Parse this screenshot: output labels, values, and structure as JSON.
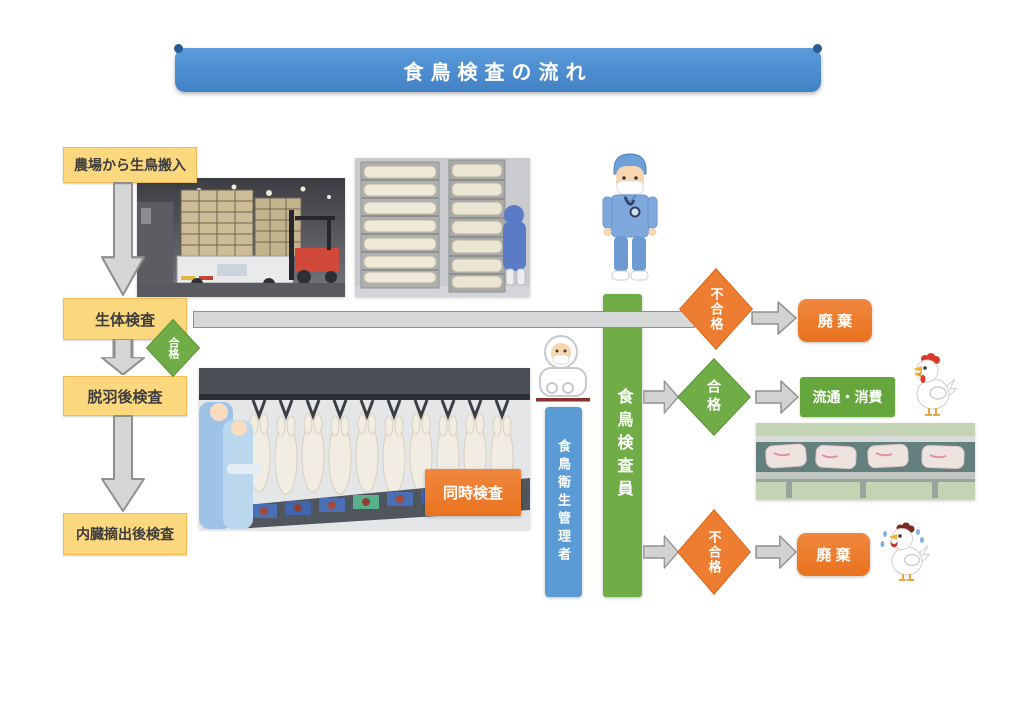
{
  "title": {
    "text": "食鳥検査の流れ"
  },
  "process_steps": [
    {
      "label": "農場から生鳥搬入"
    },
    {
      "label": "生体検査"
    },
    {
      "label": "脱羽後検査"
    },
    {
      "label": "内臓摘出後検査"
    }
  ],
  "inline_pass_badge": {
    "label": "合格"
  },
  "personnel": {
    "hygiene_manager": "食鳥衛生管理者",
    "inspector": "食鳥検査員"
  },
  "decisions": {
    "live_fail": "不合格",
    "final_pass": "合格",
    "final_fail": "不合格"
  },
  "outcomes": {
    "discard_top": "廃 棄",
    "distribution": "流通・消費",
    "discard_bottom": "廃 棄"
  },
  "annotations": {
    "simultaneous_inspection": "同時検査"
  },
  "illustrations": {
    "doctor": "poultry-inspector-doctor",
    "worker": "hygiene-manager-worker",
    "chicken_pass": "happy-chicken",
    "chicken_fail": "crying-chicken",
    "photo_truck": "live-bird-truck-arrival-photo",
    "photo_cages": "bird-cage-rack-photo",
    "photo_line": "carcass-processing-line-photo",
    "photo_conveyor": "packaged-meat-conveyor-photo"
  },
  "colors": {
    "banner_blue": "#4D8FD1",
    "step_yellow": "#FBD77E",
    "fail_orange": "#ED7D31",
    "pass_green": "#70AAD47",
    "inspector_green": "#70AD47",
    "manager_blue": "#5B9BD5",
    "arrow_gray": "#D6D6D6"
  }
}
